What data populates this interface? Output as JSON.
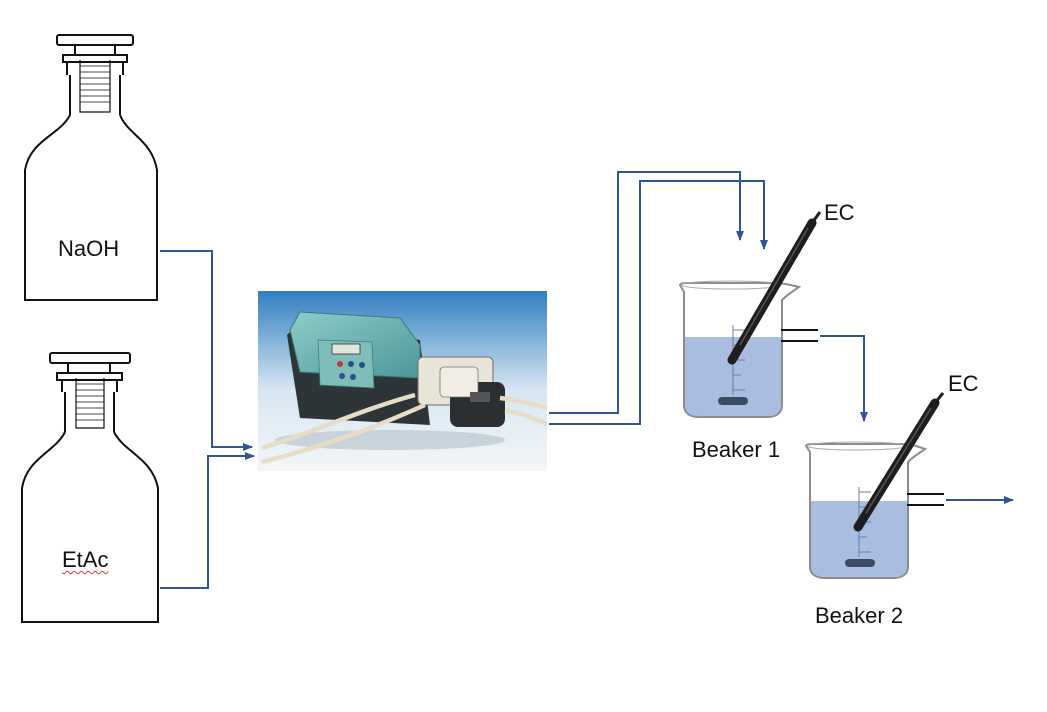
{
  "bottles": [
    {
      "label": "NaOH"
    },
    {
      "label": "EtAc"
    }
  ],
  "pump": {},
  "beakers": [
    {
      "label": "Beaker 1",
      "sensor_label": "EC"
    },
    {
      "label": "Beaker 2",
      "sensor_label": "EC"
    }
  ],
  "colors": {
    "flow_line": "#2f5597",
    "liquid": "#9fb6dd",
    "pump_teal": "#5ea7a8",
    "pump_dark": "#2e3538",
    "electrode": "#1e1e1e",
    "glass_outline": "#8c8c8c"
  }
}
